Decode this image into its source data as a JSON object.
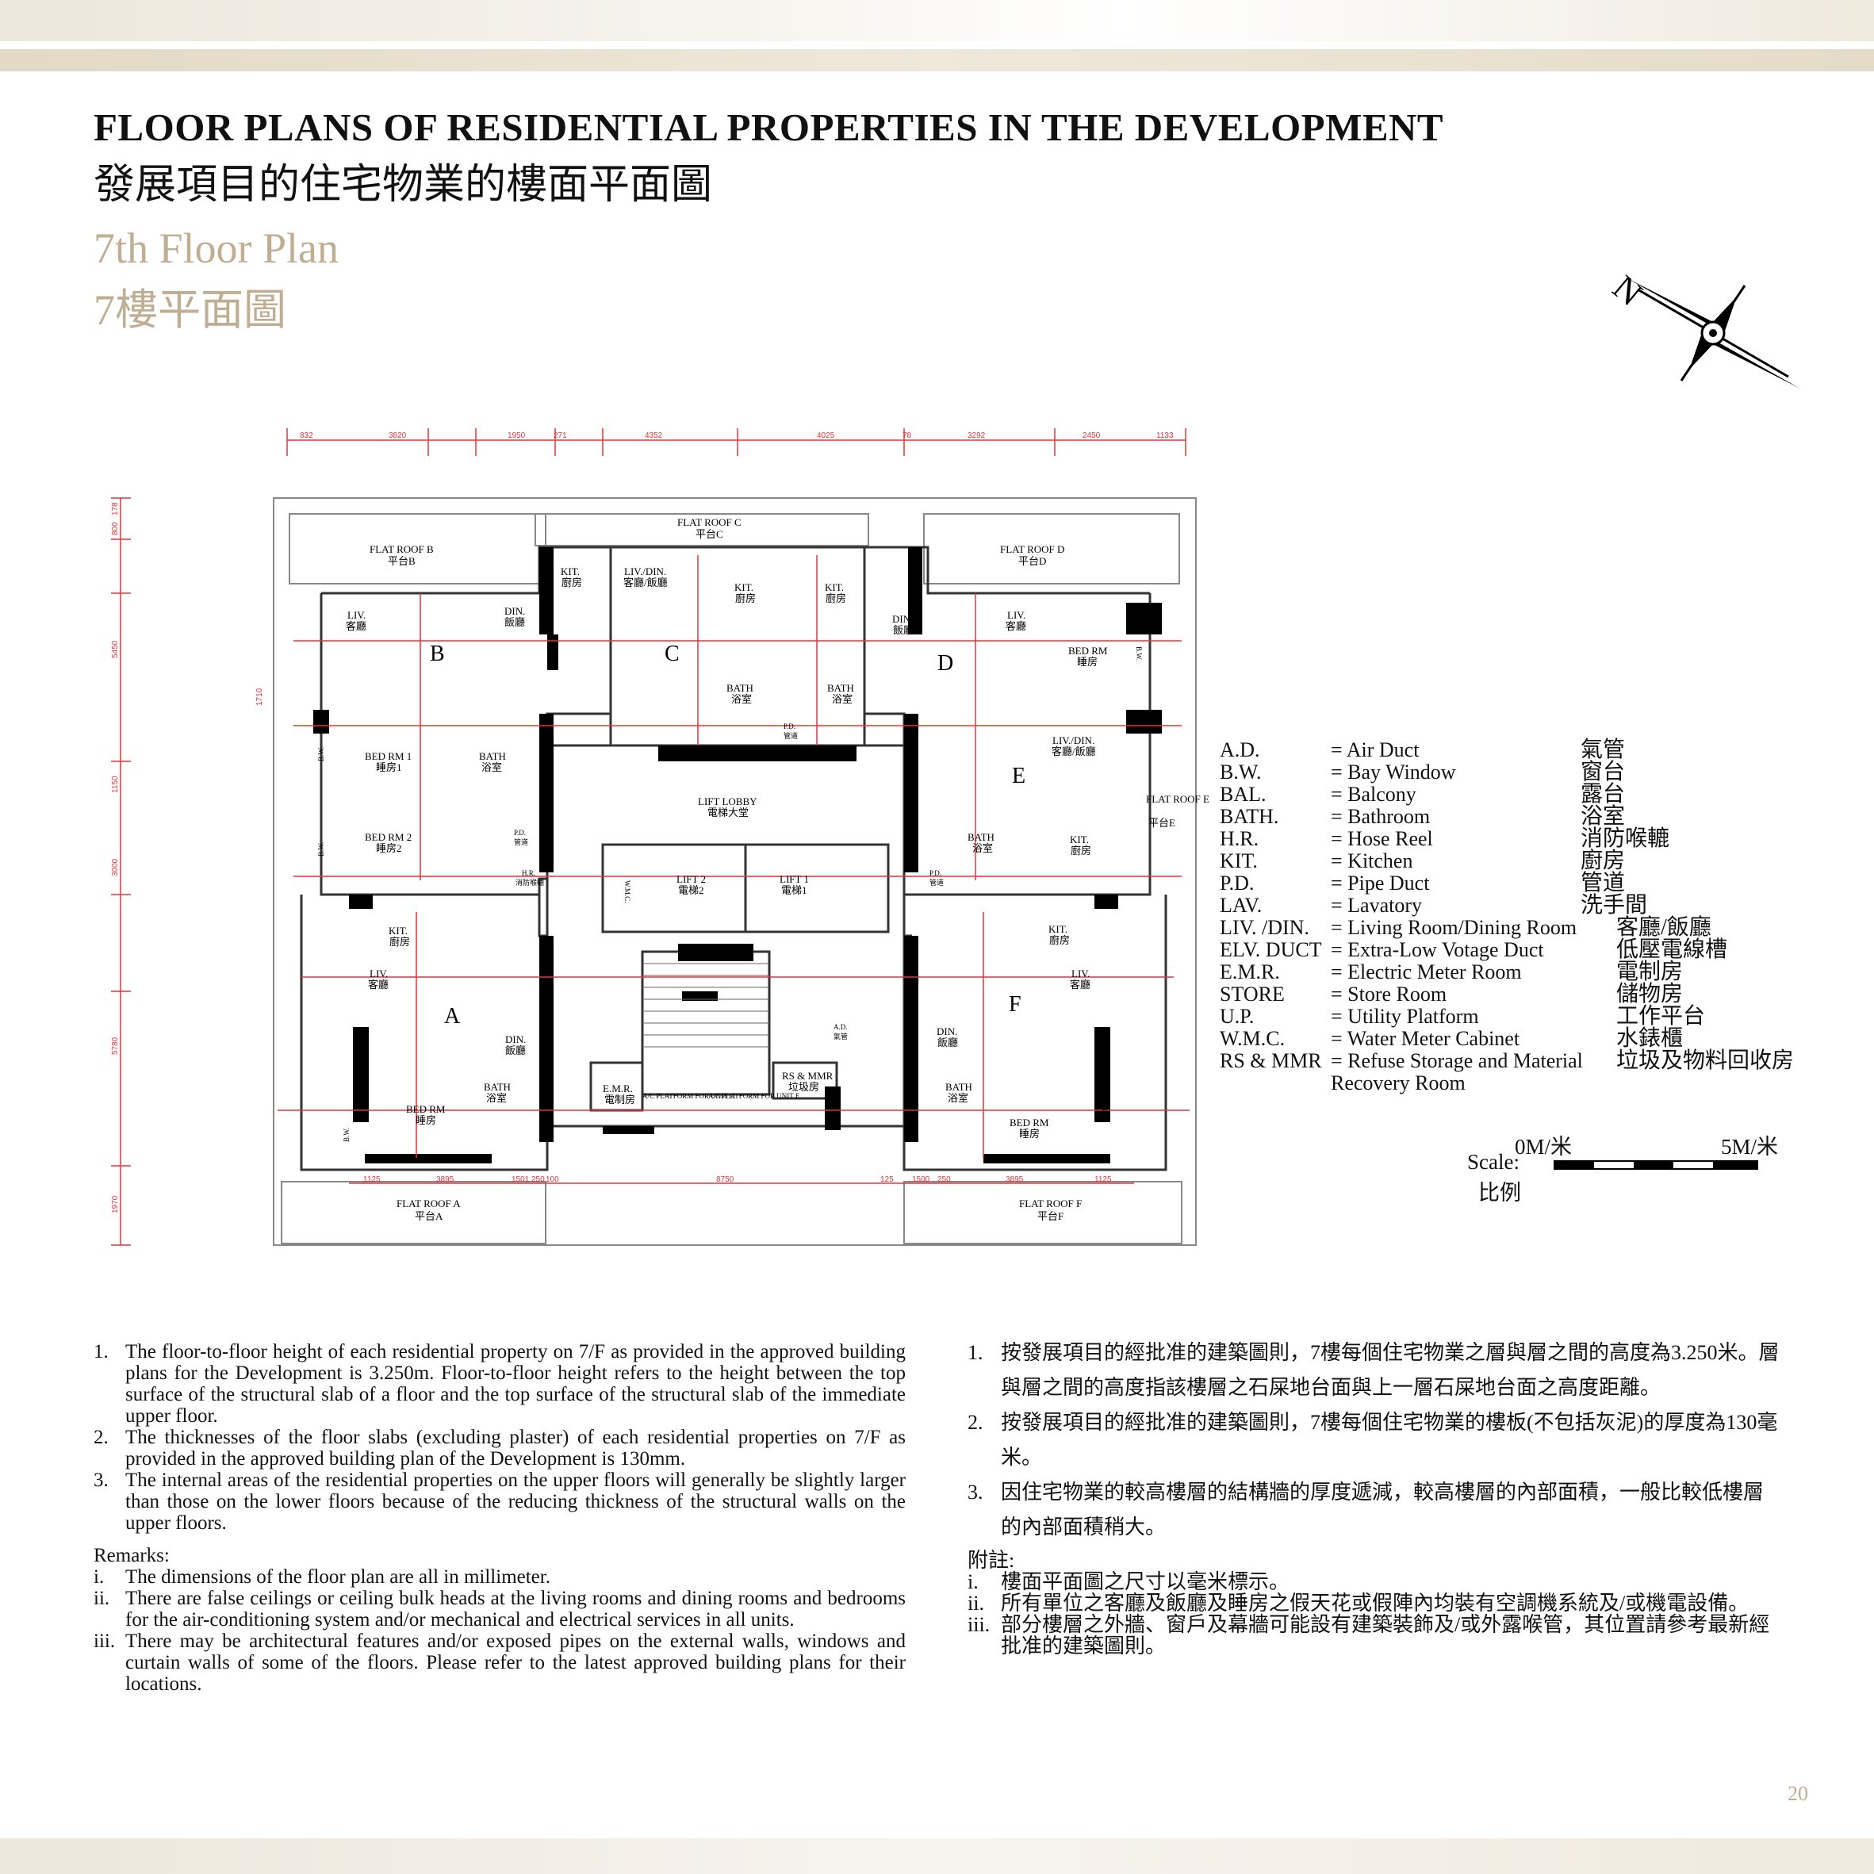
{
  "heading": {
    "title_en": "FLOOR PLANS OF RESIDENTIAL PROPERTIES IN THE DEVELOPMENT",
    "title_zh": "發展項目的住宅物業的樓面平面圖",
    "floor_en": "7th Floor Plan",
    "floor_zh": "7樓平面圖"
  },
  "north_label": "N",
  "plan": {
    "units": [
      "A",
      "B",
      "C",
      "D",
      "E",
      "F"
    ],
    "flat_roofs": [
      {
        "en": "FLAT ROOF A",
        "zh": "平台A"
      },
      {
        "en": "FLAT ROOF B",
        "zh": "平台B"
      },
      {
        "en": "FLAT ROOF C",
        "zh": "平台C"
      },
      {
        "en": "FLAT ROOF D",
        "zh": "平台D"
      },
      {
        "en": "FLAT ROOF E",
        "zh": "平台E"
      },
      {
        "en": "FLAT ROOF F",
        "zh": "平台F"
      }
    ],
    "rooms": [
      {
        "en": "LIV.",
        "zh": "客廳"
      },
      {
        "en": "DIN.",
        "zh": "飯廳"
      },
      {
        "en": "BED RM 1",
        "zh": "睡房1"
      },
      {
        "en": "BED RM 2",
        "zh": "睡房2"
      },
      {
        "en": "BATH",
        "zh": "浴室"
      },
      {
        "en": "KIT.",
        "zh": "廚房"
      },
      {
        "en": "LIV./DIN.",
        "zh": "客廳/飯廳"
      },
      {
        "en": "BED RM",
        "zh": "睡房"
      },
      {
        "en": "LIFT LOBBY",
        "zh": "電梯大堂"
      },
      {
        "en": "LIFT 2",
        "zh": "電梯2"
      },
      {
        "en": "LIFT 1",
        "zh": "電梯1"
      },
      {
        "en": "E.M.R.",
        "zh": "電制房"
      },
      {
        "en": "RS & MMR",
        "zh": "垃圾房"
      },
      {
        "en": "P.D.",
        "zh": "管道"
      },
      {
        "en": "H.R.",
        "zh": "消防喉轆"
      },
      {
        "en": "A.D.",
        "zh": "氣管"
      },
      {
        "en": "W.M.C.",
        "zh": "水錶櫃"
      },
      {
        "en": "B.W.",
        "zh": "窗台"
      }
    ],
    "top_dims": [
      "832",
      "3820",
      "1950",
      "271",
      "4352",
      "4025",
      "78",
      "3292",
      "2450",
      "1133"
    ],
    "left_dims": [
      "178",
      "800",
      "5450",
      "1710",
      "1150",
      "3000",
      "5780",
      "1970"
    ],
    "bottom_dims": [
      "1125",
      "3895",
      "1501",
      "250",
      "100",
      "8750",
      "125",
      "1500",
      "250",
      "3895",
      "1125"
    ],
    "ac_platform_text": [
      "A/C PLATFORM FOR UNIT C",
      "A/C PLATFORM FOR UNIT E"
    ]
  },
  "legend": [
    {
      "abbr": "A.D.",
      "en": "= Air Duct",
      "zh": "氣管"
    },
    {
      "abbr": "B.W.",
      "en": "= Bay Window",
      "zh": "窗台"
    },
    {
      "abbr": "BAL.",
      "en": "= Balcony",
      "zh": "露台"
    },
    {
      "abbr": "BATH.",
      "en": "= Bathroom",
      "zh": "浴室"
    },
    {
      "abbr": "H.R.",
      "en": "= Hose Reel",
      "zh": "消防喉轆"
    },
    {
      "abbr": "KIT.",
      "en": "= Kitchen",
      "zh": "廚房"
    },
    {
      "abbr": "P.D.",
      "en": "= Pipe Duct",
      "zh": "管道"
    },
    {
      "abbr": "LAV.",
      "en": "= Lavatory",
      "zh": "洗手間"
    },
    {
      "abbr": "LIV. /DIN.",
      "en": "= Living Room/Dining Room",
      "zh": "客廳/飯廳"
    },
    {
      "abbr": "ELV. DUCT",
      "en": "= Extra-Low Votage Duct",
      "zh": "低壓電線槽"
    },
    {
      "abbr": "E.M.R.",
      "en": "= Electric Meter Room",
      "zh": "電制房"
    },
    {
      "abbr": "STORE",
      "en": "= Store Room",
      "zh": "儲物房"
    },
    {
      "abbr": "U.P.",
      "en": "= Utility Platform",
      "zh": "工作平台"
    },
    {
      "abbr": "W.M.C.",
      "en": "= Water Meter Cabinet",
      "zh": "水錶櫃"
    },
    {
      "abbr": "RS & MMR",
      "en": "= Refuse Storage and Material",
      "zh": "垃圾及物料回收房"
    },
    {
      "abbr": "",
      "en": "Recovery Room",
      "zh": ""
    }
  ],
  "scale": {
    "start": "0M/米",
    "end": "5M/米",
    "label_en": "Scale:",
    "label_zh": "比例"
  },
  "notes_en": [
    {
      "num": "1.",
      "text": "The floor-to-floor height of each residential property on 7/F as provided in the approved building plans for the Development is 3.250m. Floor-to-floor height refers to the height between the top surface of the structural slab of a floor and the top surface of the structural slab of the immediate upper floor."
    },
    {
      "num": "2.",
      "text": "The thicknesses of the floor slabs (excluding plaster) of each residential properties on 7/F as provided in the approved building plan of the Development is 130mm."
    },
    {
      "num": "3.",
      "text": "The internal areas of the residential properties on the upper floors will generally be slightly larger than those on the lower floors because of the reducing thickness of the structural walls on the upper floors."
    }
  ],
  "remarks_en": {
    "title": "Remarks:",
    "items": [
      {
        "num": "i.",
        "text": "The dimensions of the floor plan are all in millimeter."
      },
      {
        "num": "ii.",
        "text": "There are false ceilings or ceiling bulk heads at the living rooms and dining rooms and bedrooms for the air-conditioning system and/or mechanical and electrical services in all units."
      },
      {
        "num": "iii.",
        "text": "There may be architectural features and/or exposed pipes on the external walls, windows and curtain walls of some of the floors. Please refer to the latest approved building plans for their locations."
      }
    ]
  },
  "notes_zh": [
    {
      "num": "1.",
      "text": "按發展項目的經批准的建築圖則，7樓每個住宅物業之層與層之間的高度為3.250米。層與層之間的高度指該樓層之石屎地台面與上一層石屎地台面之高度距離。"
    },
    {
      "num": "2.",
      "text": "按發展項目的經批准的建築圖則，7樓每個住宅物業的樓板(不包括灰泥)的厚度為130毫米。"
    },
    {
      "num": "3.",
      "text": "因住宅物業的較高樓層的結構牆的厚度遞減，較高樓層的內部面積，一般比較低樓層的內部面積稍大。"
    }
  ],
  "remarks_zh": {
    "title": "附註:",
    "items": [
      {
        "num": "i.",
        "text": "樓面平面圖之尺寸以毫米標示。"
      },
      {
        "num": "ii.",
        "text": "所有單位之客廳及飯廳及睡房之假天花或假陣內均裝有空調機系統及/或機電設備。"
      },
      {
        "num": "iii.",
        "text": "部分樓層之外牆、窗戶及幕牆可能設有建築裝飾及/或外露喉管，其位置請參考最新經批准的建築圖則。"
      }
    ]
  },
  "page_number": "20",
  "colors": {
    "accent": "#bfae92",
    "dimension": "#e8323a",
    "wall": "#000000"
  }
}
